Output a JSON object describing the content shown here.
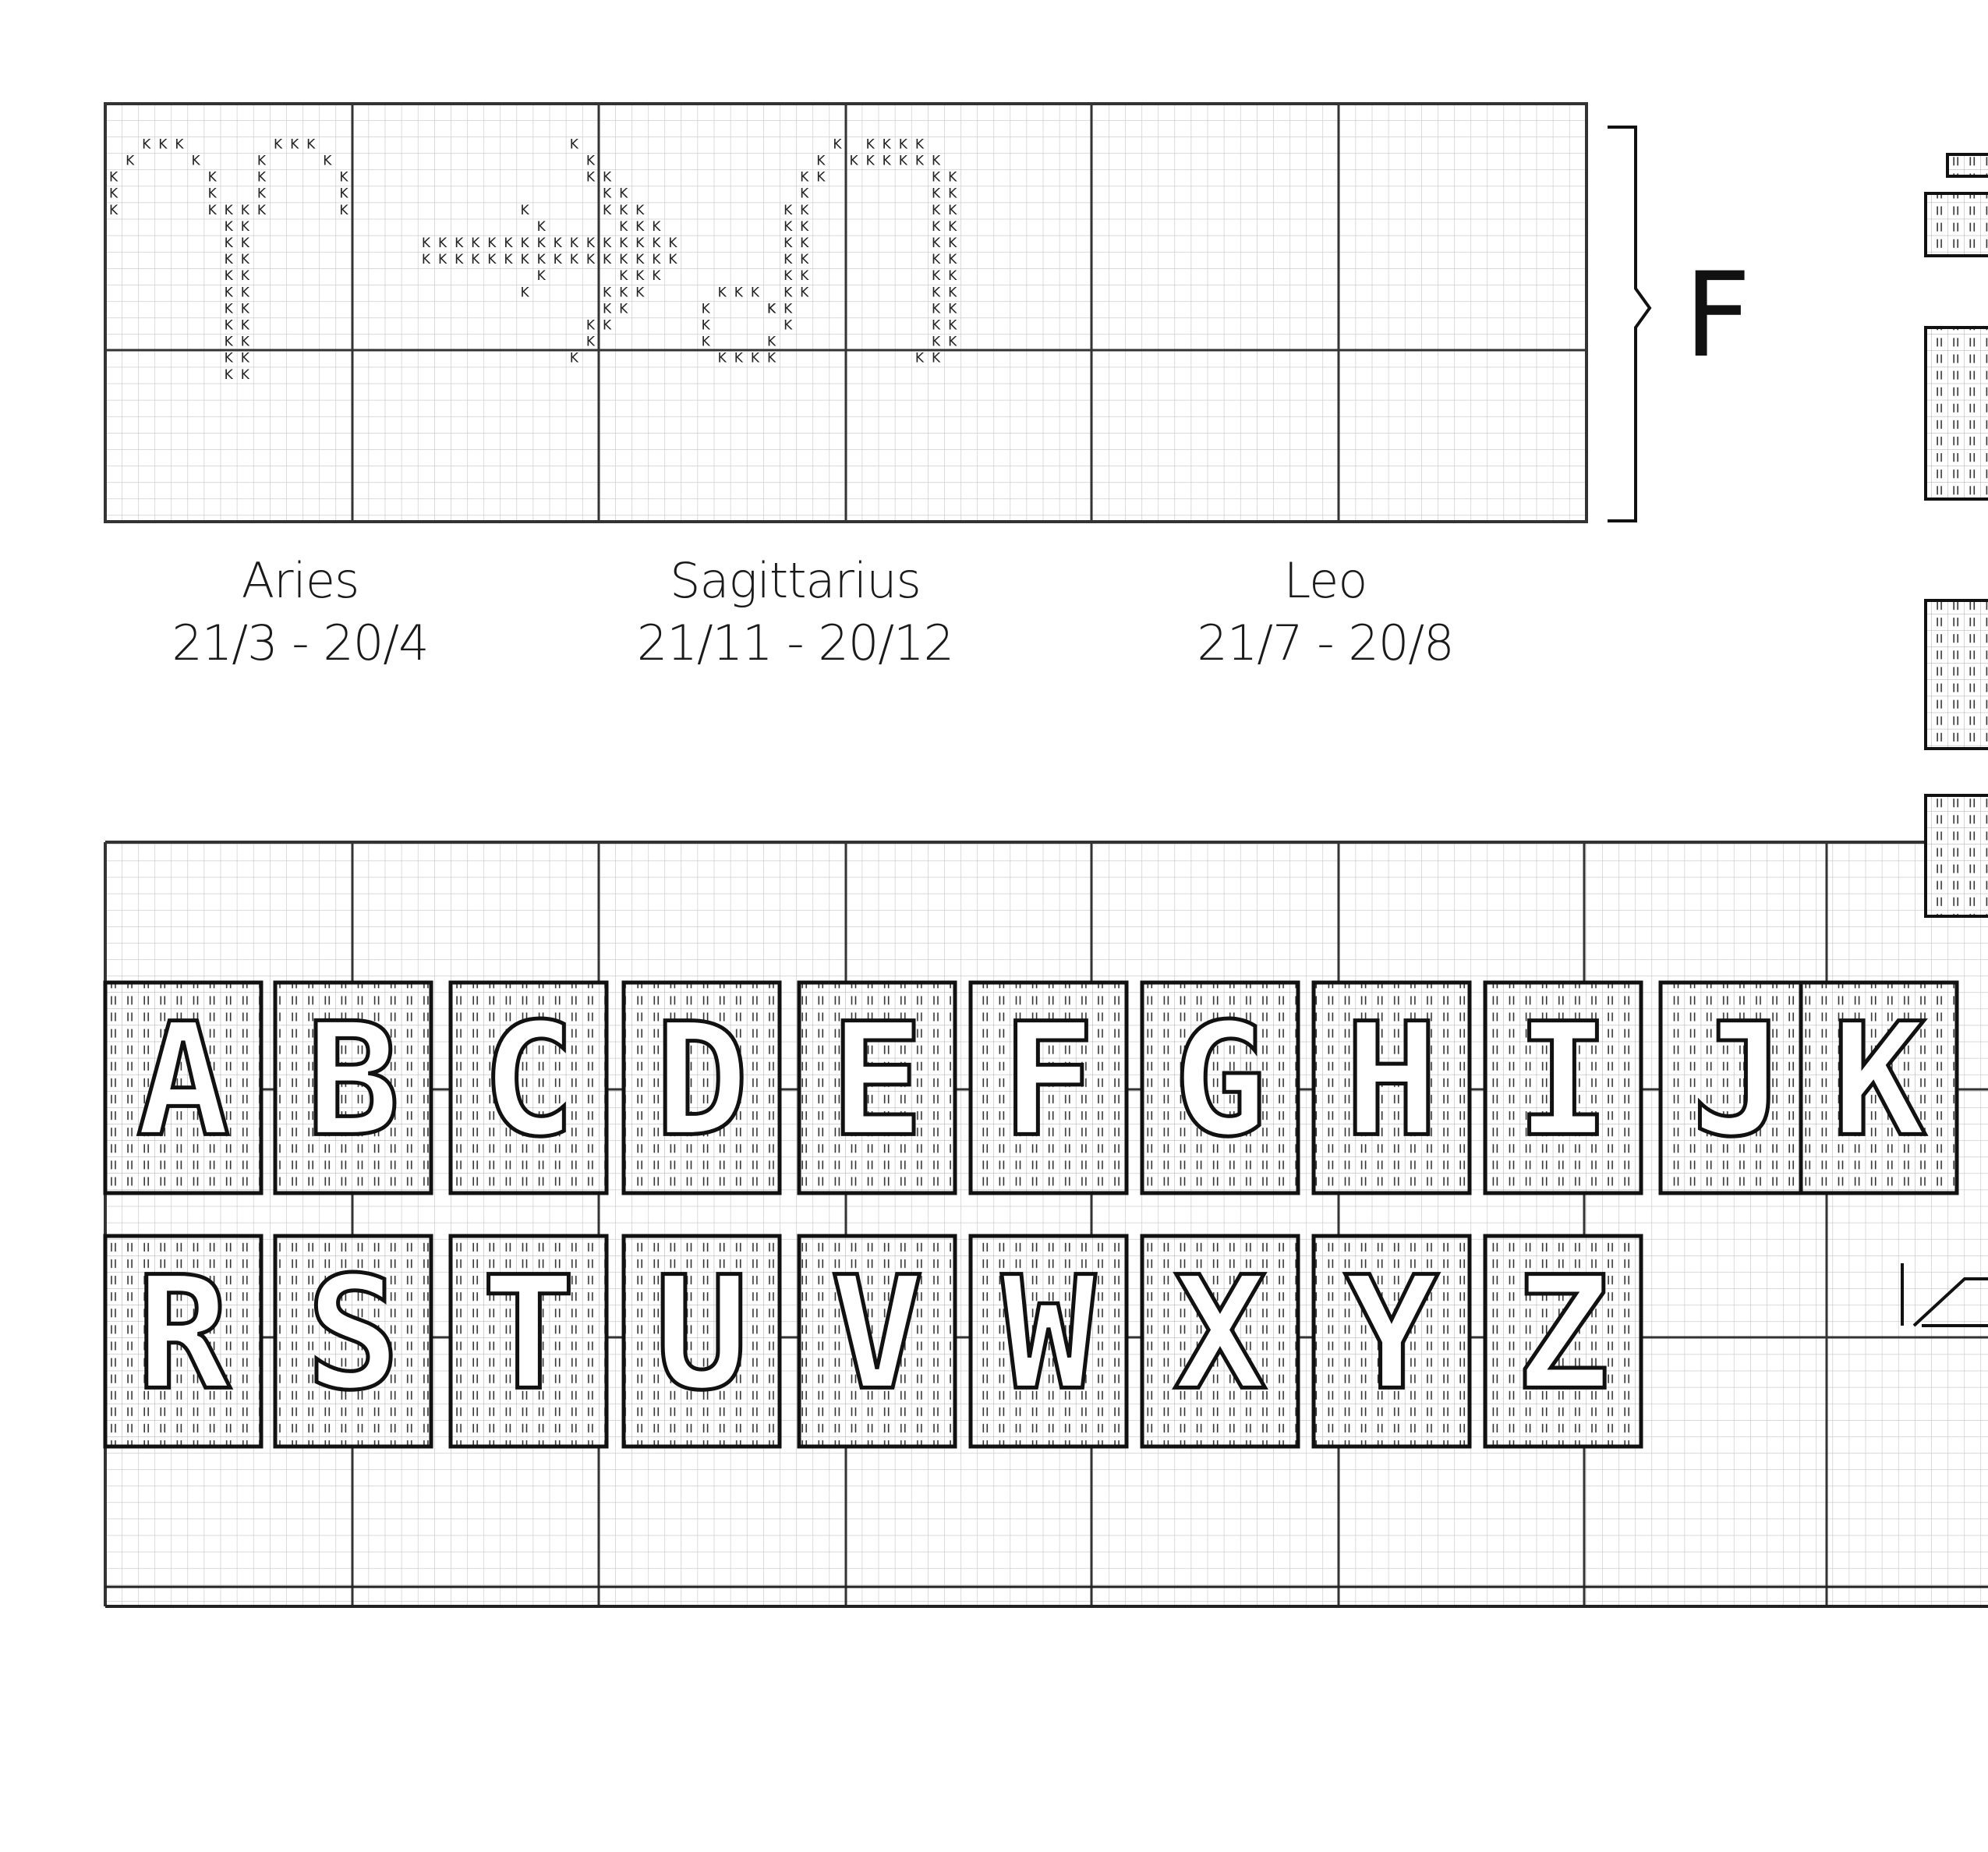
{
  "signs": [
    {
      "name": "Aries",
      "dates": "21/3 - 20/4"
    },
    {
      "name": "Sagittarius",
      "dates": "21/11 - 20/12"
    },
    {
      "name": "Leo",
      "dates": "21/7 - 20/8"
    }
  ],
  "section_letter": "F",
  "stitch_symbols": {
    "zodiac": "K",
    "alphabet": "II"
  },
  "alphabet_rows": [
    [
      "A",
      "B",
      "C",
      "D",
      "E",
      "F",
      "G",
      "H",
      "I",
      "J",
      "K"
    ],
    [
      "R",
      "S",
      "T",
      "U",
      "V",
      "W",
      "X",
      "Y",
      "Z"
    ]
  ]
}
